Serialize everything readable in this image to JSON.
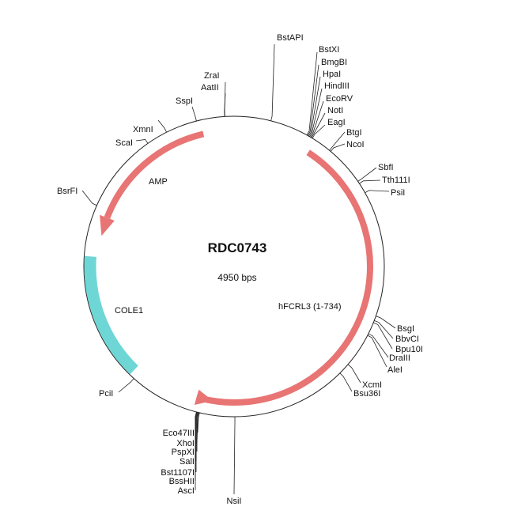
{
  "plasmid": {
    "name": "RDC0743",
    "size_label": "4950 bps"
  },
  "features": [
    {
      "label": "AMP",
      "color": "#e87474"
    },
    {
      "label": "hFCRL3 (1-734)",
      "color": "#e87474"
    },
    {
      "label": "COLE1",
      "color": "#6fd6d6"
    }
  ],
  "enzymes": [
    "BstAPI",
    "BstXI",
    "BmgBI",
    "HpaI",
    "HindIII",
    "EcoRV",
    "NotI",
    "EagI",
    "BtgI",
    "NcoI",
    "SbfI",
    "Tth111I",
    "PsiI",
    "BsgI",
    "BbvCI",
    "Bpu10I",
    "DraIII",
    "AleI",
    "XcmI",
    "Bsu36I",
    "NsiI",
    "Eco47III",
    "XhoI",
    "PspXI",
    "SalI",
    "Bst1107I",
    "BssHII",
    "AscI",
    "PciI",
    "BsrFI",
    "ScaI",
    "XmnI",
    "SspI",
    "AatII",
    "ZraI"
  ]
}
